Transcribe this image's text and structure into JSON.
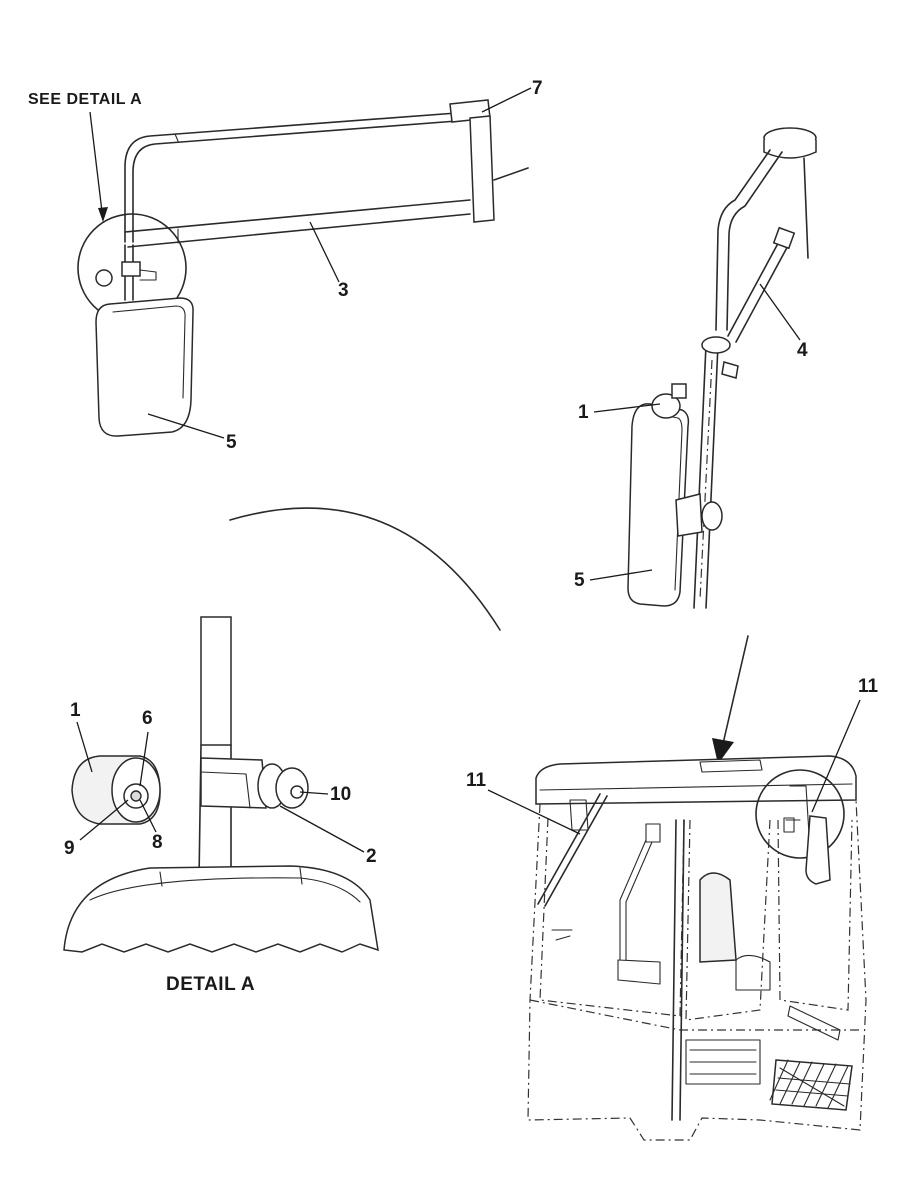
{
  "labels": {
    "see_detail": "SEE DETAIL A",
    "detail_title": "DETAIL A"
  },
  "callouts": {
    "top_left_7": "7",
    "top_left_3": "3",
    "top_left_5": "5",
    "top_right_4": "4",
    "top_right_1": "1",
    "top_right_5": "5",
    "detail_1": "1",
    "detail_6": "6",
    "detail_9": "9",
    "detail_8": "8",
    "detail_10": "10",
    "detail_2": "2",
    "cab_11_left": "11",
    "cab_11_right": "11"
  }
}
